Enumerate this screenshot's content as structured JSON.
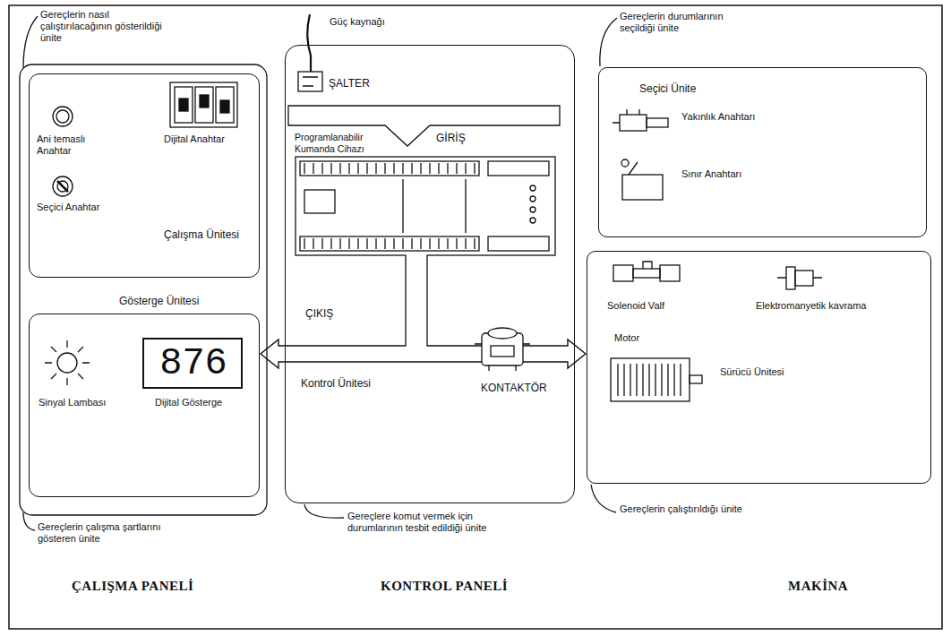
{
  "diagram": {
    "nodes": [
      {
        "text": [
          "Ani temaslı Anahtar",
          "Dijital Anahtar",
          "Seçici Anahtar",
          "Çalışma Ünitesi"
        ]
      },
      {
        "text": [
          "Gösterge Ünitesi",
          "Sinyal Lambası",
          "876",
          "Dijital Gösterge"
        ]
      },
      {
        "text": [
          "ŞALTER",
          "Programlanabilir Kumanda Cihazı",
          "GİRİŞ",
          "ÇIKIŞ",
          "Kontrol Ünitesi",
          "KONTAKTÖR"
        ]
      },
      {
        "text": [
          "Seçici Ünite",
          "Yakınlık Anahtarı",
          "Sınır Anahtarı"
        ]
      },
      {
        "text": [
          "Solenoid Valf",
          "Elektromanyetik kavrama",
          "Motor",
          "Sürücü Ünitesi"
        ]
      }
    ],
    "edges": [
      {
        "from": 2,
        "to": 1,
        "arrow": "to"
      },
      {
        "from": 2,
        "to": 4,
        "arrow": "to"
      }
    ],
    "labels": [
      "Gereçlerin nasıl çalıştırılacağının gösterildiği ünite",
      "Gereçlerin çalışma şartlarını gösteren ünite",
      "ÇALIŞMA PANELİ",
      "Güç kaynağı",
      "Gereçlere komut vermek için durumlarının tesbit edildiği ünite",
      "KONTROL PANELİ",
      "Gereçlerin durumlarının seçildiği ünite",
      "Gereçlerin çalıştırıldığı ünite",
      "MAKİNA"
    ]
  }
}
